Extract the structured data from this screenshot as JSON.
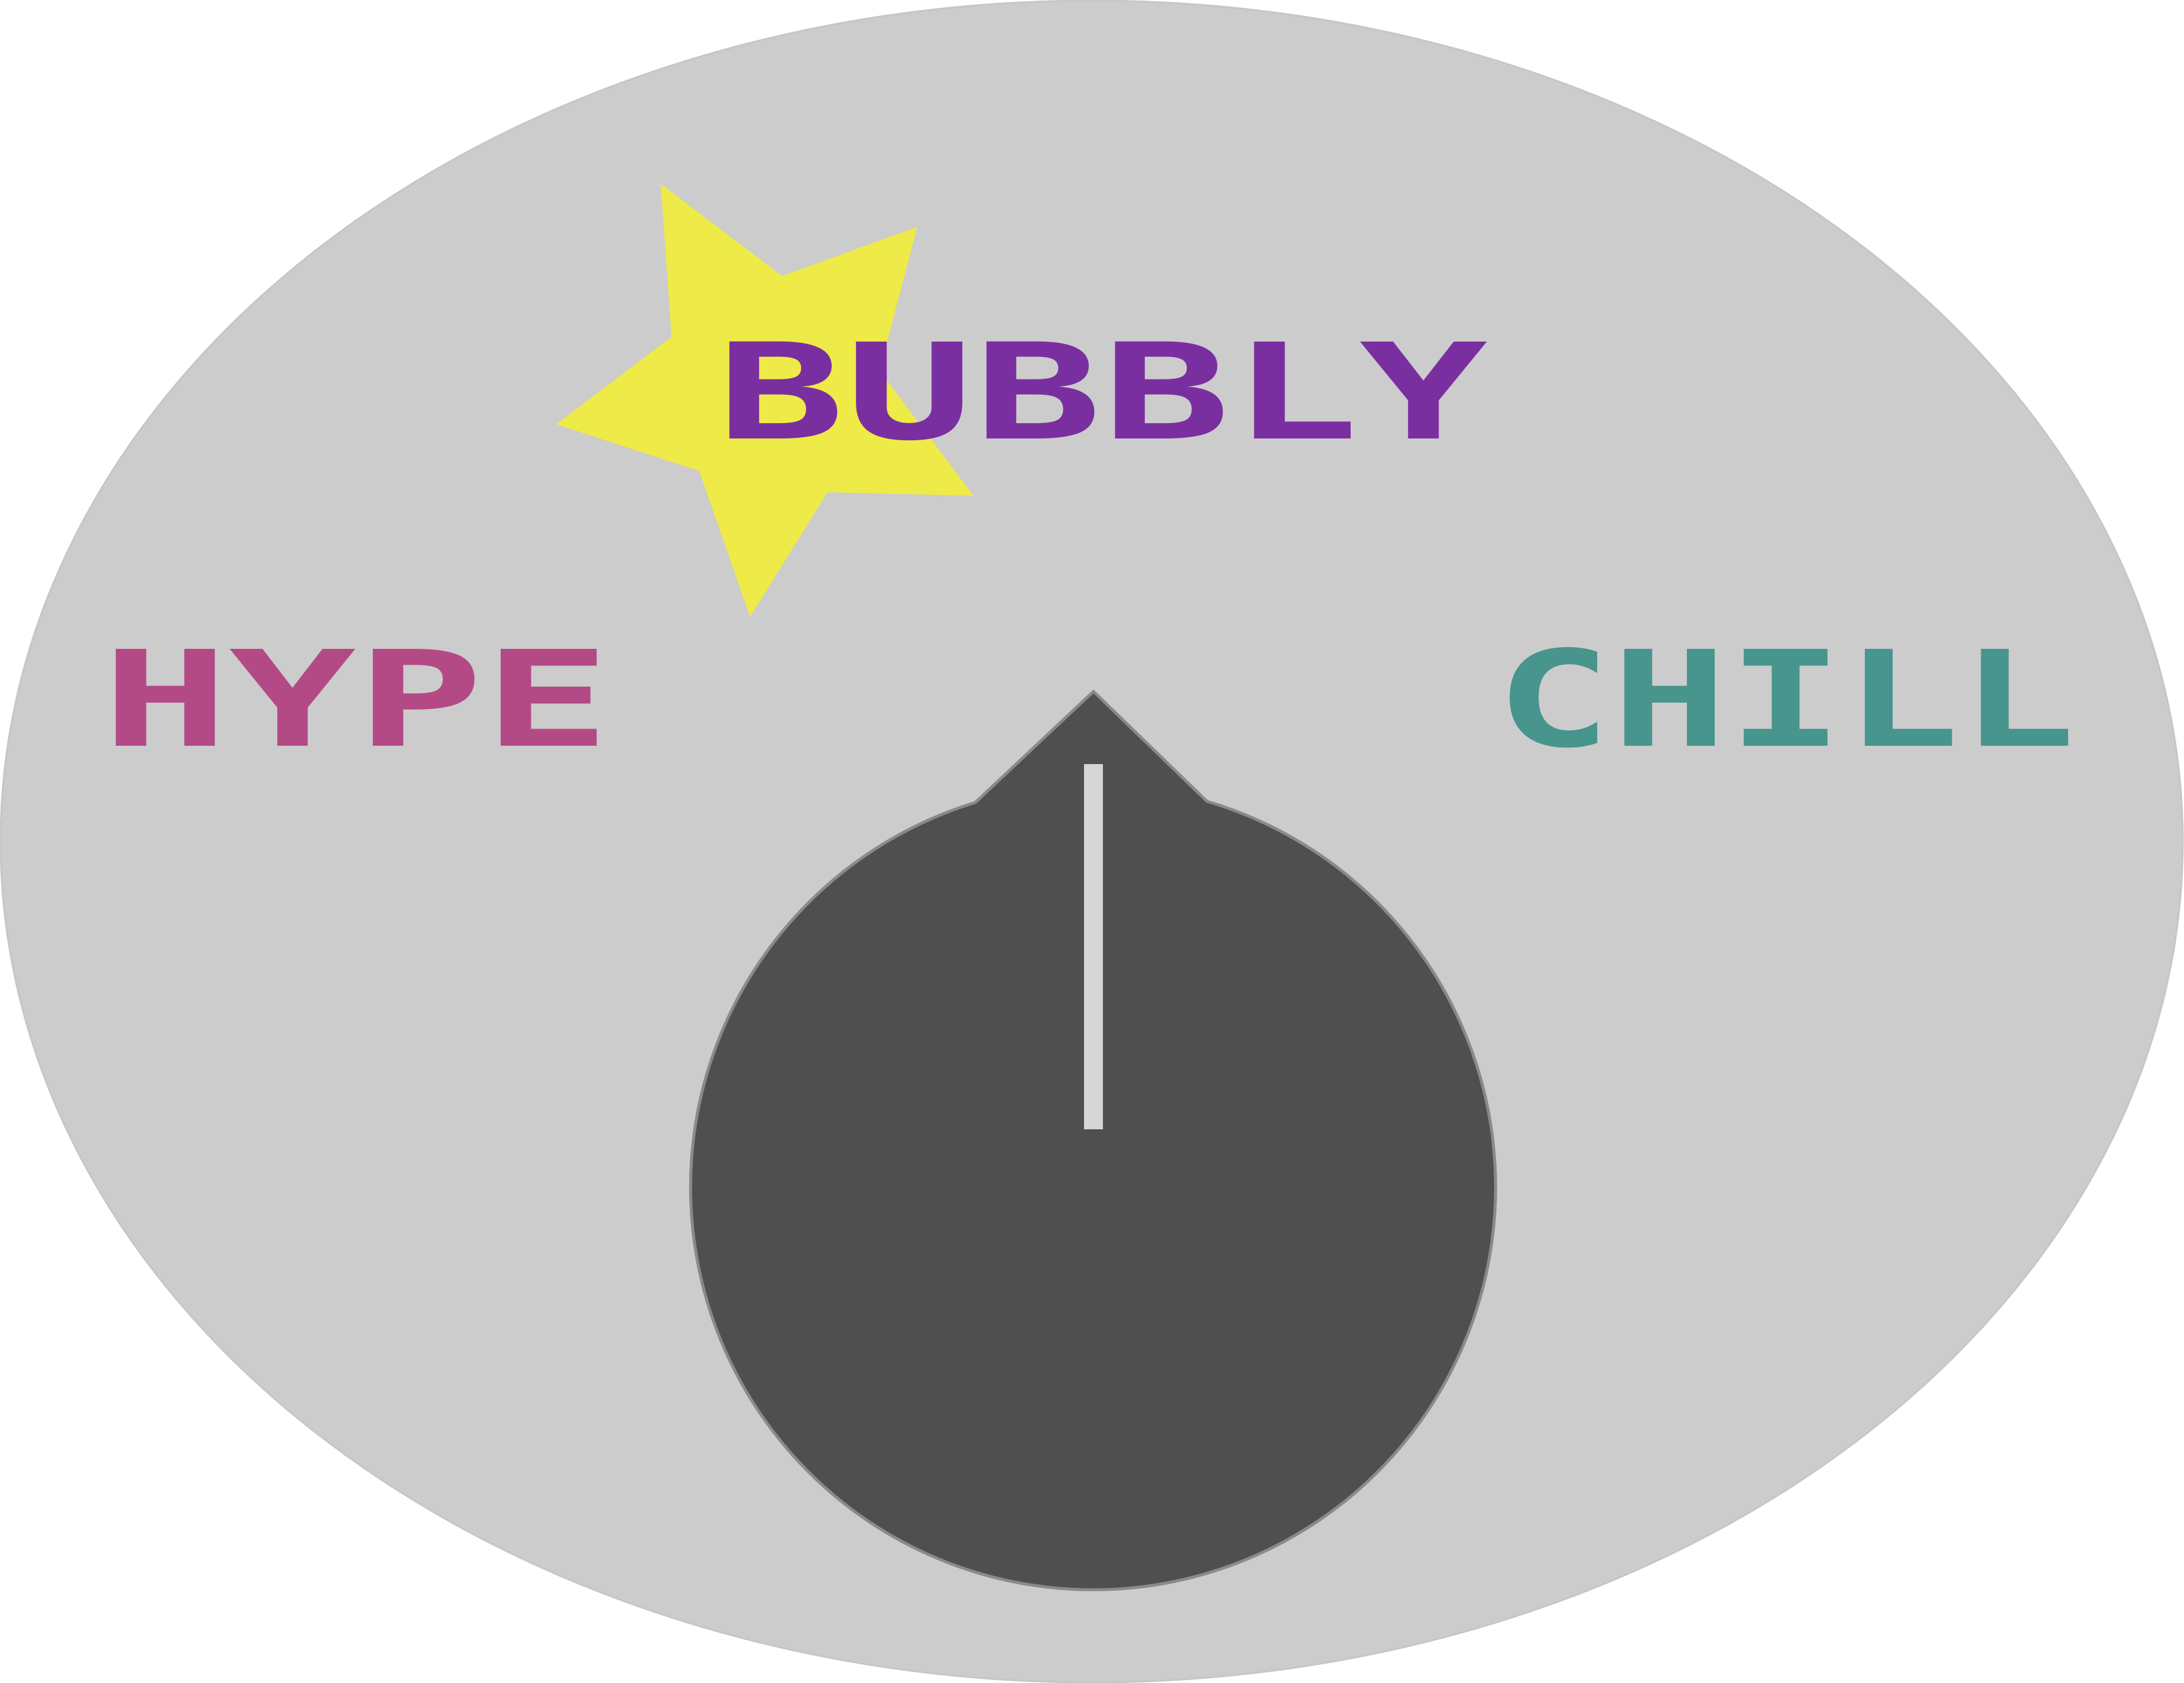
{
  "mood_dial": {
    "labels": {
      "left": "HYPE",
      "top": "BUBBLY",
      "right": "CHILL"
    },
    "selected_mood": "BUBBLY",
    "icons": {
      "selection_marker": "star-icon",
      "pointer": "knob-pointer-icon"
    },
    "colors": {
      "background": "#ffffff",
      "dial_face": "#cccccc",
      "knob": "#4f4f4f",
      "knob_outline": "#8a8a8a",
      "knob_indicator": "#d6d6d6",
      "hype": "#b34a86",
      "bubbly": "#7a2fa0",
      "chill": "#47958c",
      "star": "#eeea48"
    }
  }
}
